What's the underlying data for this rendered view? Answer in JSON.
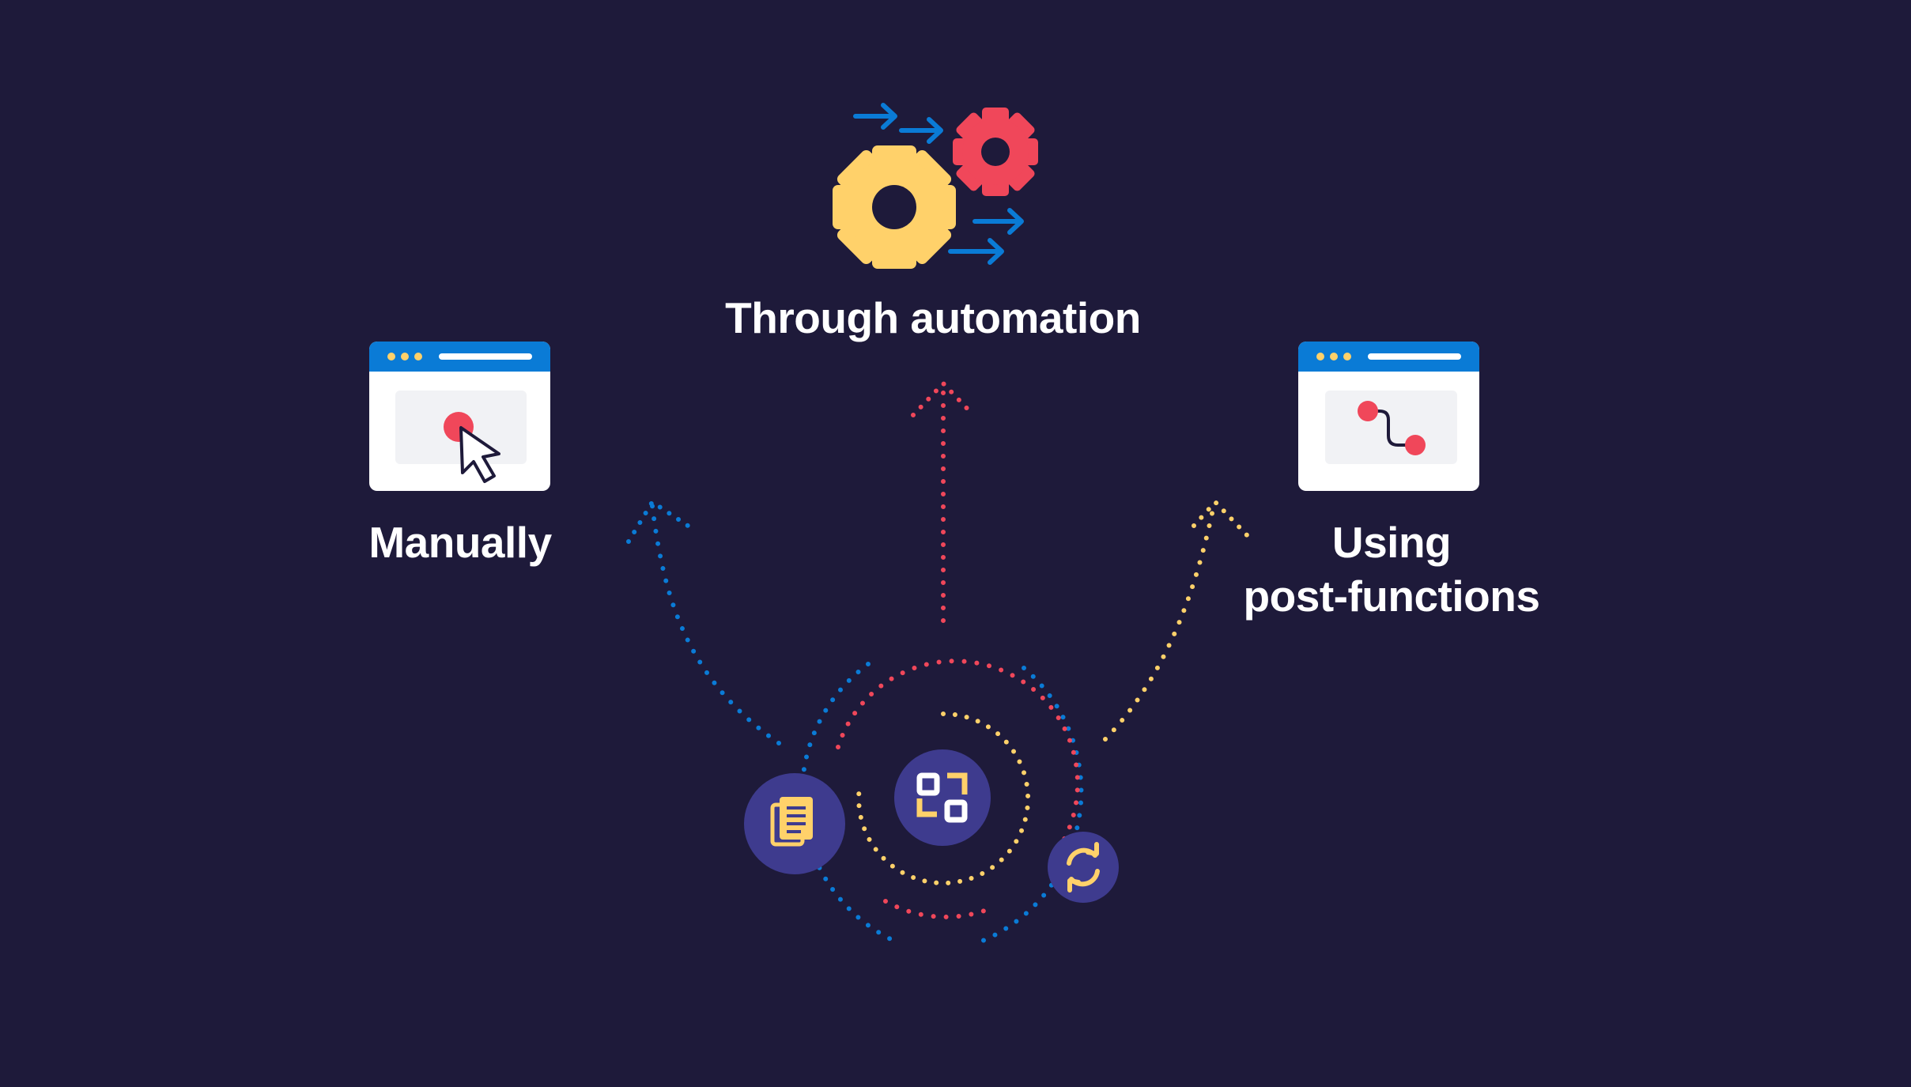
{
  "labels": {
    "automation": "Through automation",
    "manually": "Manually",
    "post_functions_line1": "Using",
    "post_functions_line2": "post-functions"
  },
  "colors": {
    "background": "#1e1a3a",
    "blue": "#0a7bd6",
    "red": "#f0475a",
    "yellow": "#ffd16a",
    "purple": "#3e3b8e",
    "white": "#ffffff",
    "panel": "#f1f2f5"
  },
  "icons": {
    "automation": "gears-with-arrows-icon",
    "manually": "browser-cursor-click-icon",
    "post_functions": "browser-workflow-path-icon",
    "hub_left": "documents-icon",
    "hub_center": "transition-icon",
    "hub_right": "sync-arrows-icon"
  }
}
